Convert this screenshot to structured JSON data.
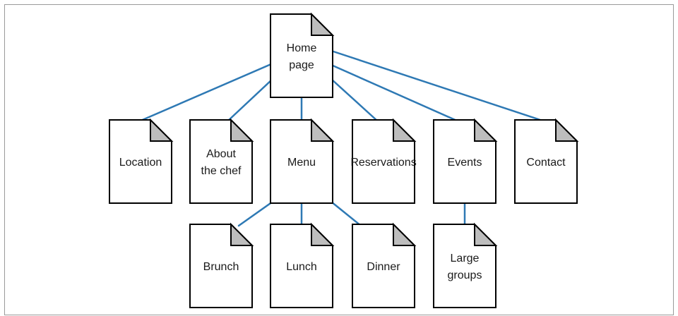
{
  "colors": {
    "connector": "#2e79b4",
    "page_fill": "#ffffff",
    "page_stroke": "#000000",
    "fold_fill": "#bdbdbd",
    "frame_stroke": "#9a9a9a"
  },
  "root": {
    "id": "home",
    "lines": [
      "Home",
      "page"
    ]
  },
  "pages": [
    {
      "id": "location",
      "lines": [
        "Location"
      ]
    },
    {
      "id": "about-the-chef",
      "lines": [
        "About",
        "the chef"
      ]
    },
    {
      "id": "menu",
      "lines": [
        "Menu"
      ]
    },
    {
      "id": "reservations",
      "lines": [
        "Reservations"
      ]
    },
    {
      "id": "events",
      "lines": [
        "Events"
      ]
    },
    {
      "id": "contact",
      "lines": [
        "Contact"
      ]
    },
    {
      "id": "brunch",
      "lines": [
        "Brunch"
      ]
    },
    {
      "id": "lunch",
      "lines": [
        "Lunch"
      ]
    },
    {
      "id": "dinner",
      "lines": [
        "Dinner"
      ]
    },
    {
      "id": "large-groups",
      "lines": [
        "Large",
        "groups"
      ]
    }
  ],
  "links": [
    [
      "home",
      "location"
    ],
    [
      "home",
      "about-the-chef"
    ],
    [
      "home",
      "menu"
    ],
    [
      "home",
      "reservations"
    ],
    [
      "home",
      "events"
    ],
    [
      "home",
      "contact"
    ],
    [
      "menu",
      "brunch"
    ],
    [
      "menu",
      "lunch"
    ],
    [
      "menu",
      "dinner"
    ],
    [
      "events",
      "large-groups"
    ]
  ]
}
